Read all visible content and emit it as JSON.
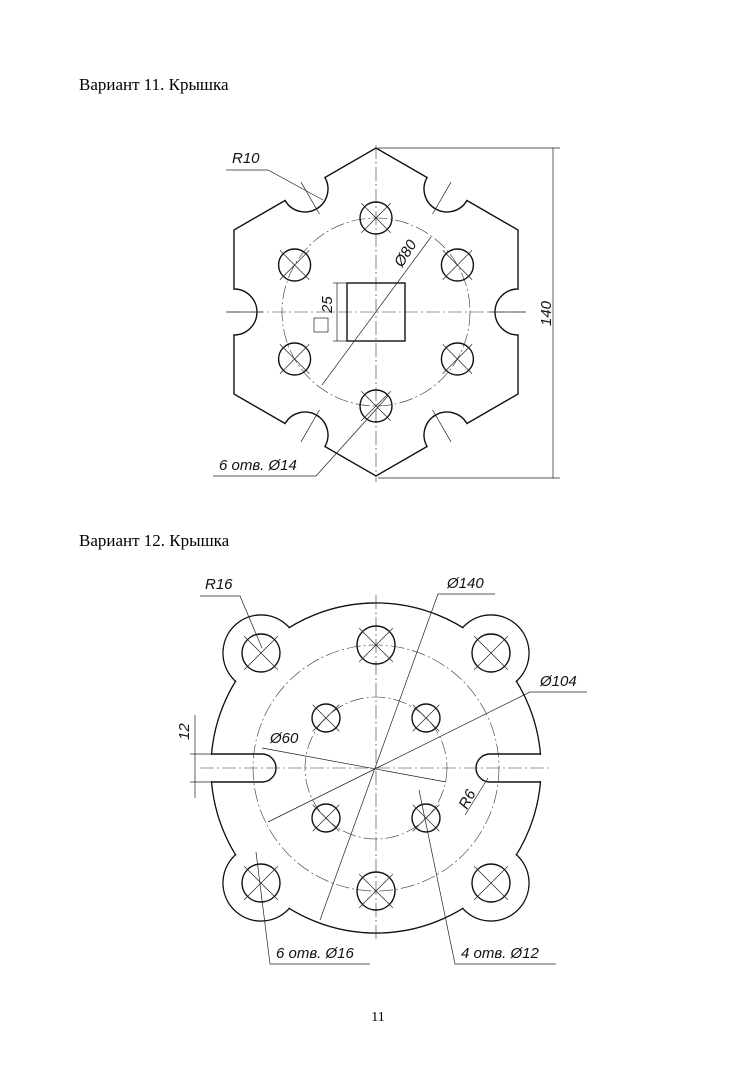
{
  "variant11": {
    "heading": "Вариант 11. Крышка",
    "labels": {
      "radius": "R10",
      "height": "140",
      "pitch_diameter": "Ø80",
      "square": "25",
      "holes": "6 отв. Ø14"
    }
  },
  "variant12": {
    "heading": "Вариант 12. Крышка",
    "labels": {
      "lug_radius": "R16",
      "outer_diameter": "Ø140",
      "pitch_diameter_outer": "Ø104",
      "pitch_diameter_inner": "Ø60",
      "slot_radius": "R6",
      "slot_width": "12",
      "holes_large": "6 отв. Ø16",
      "holes_small": "4 отв. Ø12"
    }
  },
  "page_number": "11"
}
